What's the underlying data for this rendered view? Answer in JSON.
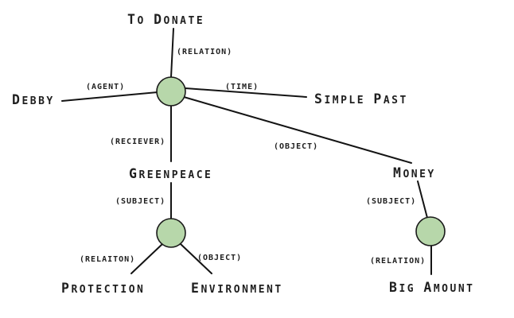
{
  "colors": {
    "background": "#ffffff",
    "node_fill": "#b7d7aa",
    "node_stroke": "#1a1a1a",
    "edge": "#141414",
    "text": "#1f1f1f"
  },
  "concepts": {
    "to_donate": "TO DONATE",
    "debby": "DEBBY",
    "simple_past": "SIMPLE PAST",
    "greenpeace": "GREENPEACE",
    "money": "MONEY",
    "protection": "PROTECTION",
    "environment": "ENVIRONMENT",
    "big_amount": "BIG AMOUNT"
  },
  "relations": {
    "relation_top": "(RELATION)",
    "agent": "(AGENT)",
    "time": "(TIME)",
    "reciever": "(RECIEVER)",
    "object_upper": "(OBJECT)",
    "subject_left": "(SUBJECT)",
    "relaiton_lower_left": "(RELAITON)",
    "object_lower": "(OBJECT)",
    "subject_right": "(SUBJECT)",
    "relation_lower_right": "(RELATION)"
  },
  "structure": {
    "edges": [
      "TO DONATE -(RELATION)- node1",
      "DEBBY -(AGENT)- node1",
      "node1 -(TIME)- SIMPLE PAST",
      "node1 -(RECIEVER)- GREENPEACE",
      "node1 -(OBJECT)- MONEY",
      "GREENPEACE -(SUBJECT)- node2",
      "node2 -(RELAITON)- PROTECTION",
      "node2 -(OBJECT)- ENVIRONMENT",
      "MONEY -(SUBJECT)- node3",
      "node3 -(RELATION)- BIG AMOUNT"
    ]
  }
}
